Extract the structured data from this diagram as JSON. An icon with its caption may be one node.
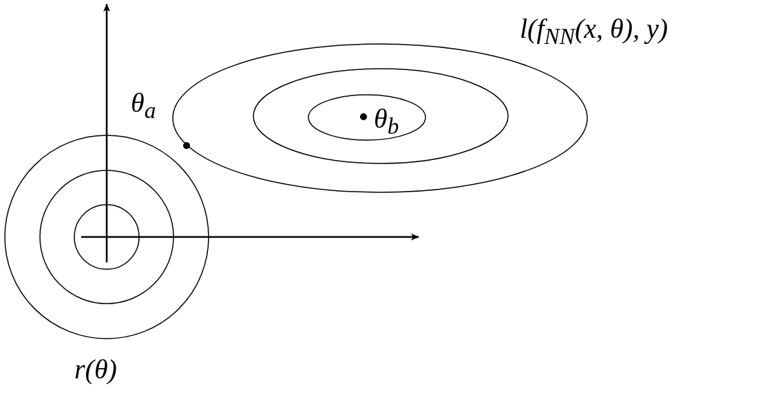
{
  "diagram": {
    "labels": [
      "l(f$_{NN}$(x, θ), y)",
      "θ$_{a}$",
      "θ$_{b}$",
      "r(θ)"
    ]
  }
}
